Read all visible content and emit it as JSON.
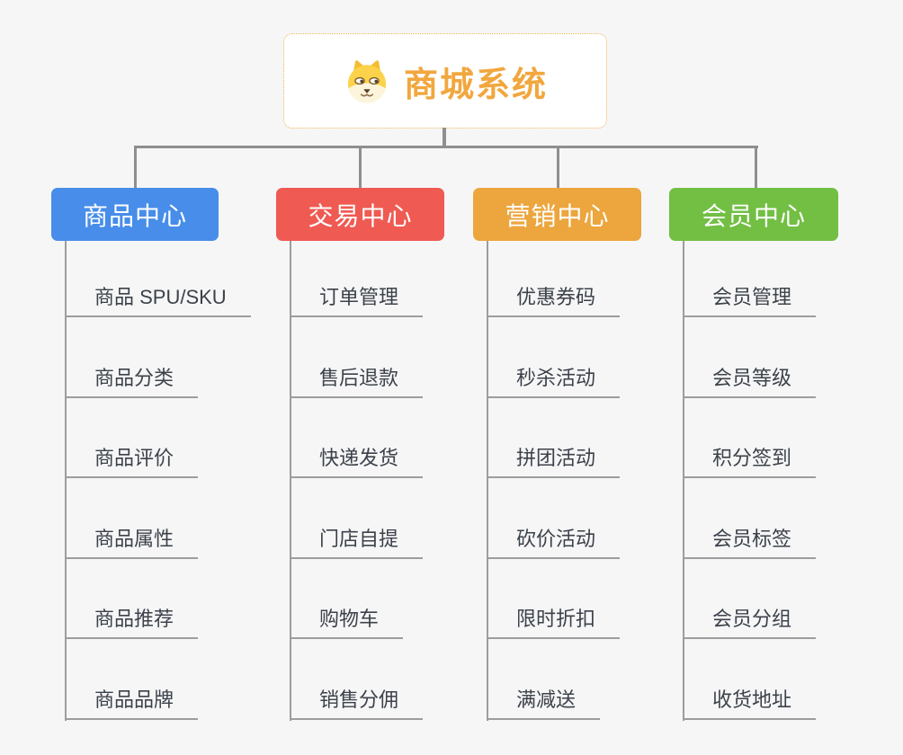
{
  "page": {
    "background": "#f6f6f7"
  },
  "root": {
    "title": "商城系统",
    "icon": "dog-face-icon",
    "title_color": "#f1a73e",
    "border_color": "#f0b054"
  },
  "connectors": {
    "color": "#8f8f8f",
    "item_line_color": "#9d9d9d"
  },
  "branches": [
    {
      "label": "商品中心",
      "color": "#478de9",
      "items": [
        "商品 SPU/SKU",
        "商品分类",
        "商品评价",
        "商品属性",
        "商品推荐",
        "商品品牌"
      ]
    },
    {
      "label": "交易中心",
      "color": "#ef5a52",
      "items": [
        "订单管理",
        "售后退款",
        "快递发货",
        "门店自提",
        "购物车",
        "销售分佣"
      ]
    },
    {
      "label": "营销中心",
      "color": "#eca63d",
      "items": [
        "优惠券码",
        "秒杀活动",
        "拼团活动",
        "砍价活动",
        "限时折扣",
        "满减送"
      ]
    },
    {
      "label": "会员中心",
      "color": "#72bf44",
      "items": [
        "会员管理",
        "会员等级",
        "积分签到",
        "会员标签",
        "会员分组",
        "收货地址"
      ]
    }
  ]
}
